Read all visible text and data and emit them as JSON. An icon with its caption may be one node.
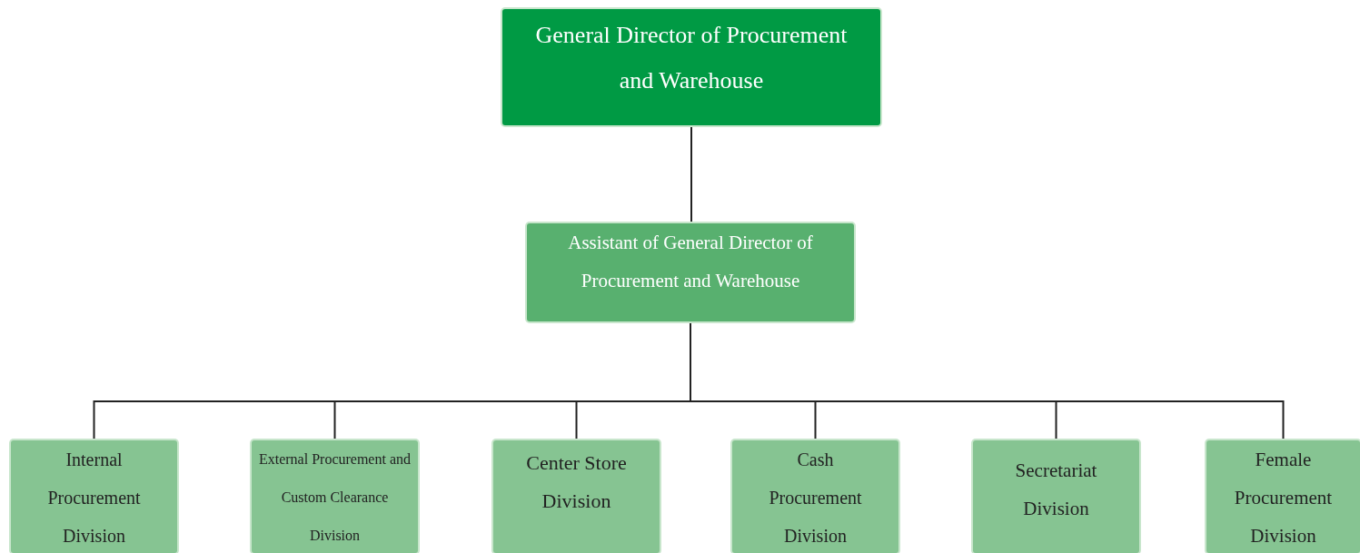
{
  "diagram": {
    "nodes": [
      {
        "text": [
          "General Director of Procurement and Warehouse"
        ]
      },
      {
        "text": [
          "Assistant of General Director of Procurement and Warehouse"
        ]
      },
      {
        "text": [
          "Internal Procurement Division"
        ]
      },
      {
        "text": [
          "External Procurement and Custom Clearance Division"
        ]
      },
      {
        "text": [
          "Center Store Division"
        ]
      },
      {
        "text": [
          "Cash Procurement Division"
        ]
      },
      {
        "text": [
          "Secretariat Division"
        ]
      },
      {
        "text": [
          "Female Procurement Division"
        ]
      }
    ],
    "edges": [
      {
        "from": 0,
        "to": 1,
        "arrow": "none"
      },
      {
        "from": 1,
        "to": 2,
        "arrow": "none"
      },
      {
        "from": 1,
        "to": 3,
        "arrow": "none"
      },
      {
        "from": 1,
        "to": 4,
        "arrow": "none"
      },
      {
        "from": 1,
        "to": 5,
        "arrow": "none"
      },
      {
        "from": 1,
        "to": 6,
        "arrow": "none"
      },
      {
        "from": 1,
        "to": 7,
        "arrow": "none"
      }
    ]
  }
}
